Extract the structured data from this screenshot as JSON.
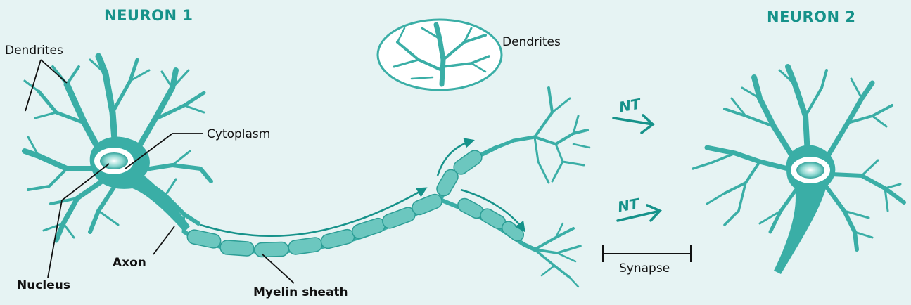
{
  "titles": {
    "neuron1": "NEURON 1",
    "neuron2": "NEURON 2"
  },
  "labels": {
    "dendrites_left": "Dendrites",
    "dendrites_inset": "Dendrites",
    "cytoplasm": "Cytoplasm",
    "nucleus": "Nucleus",
    "axon": "Axon",
    "myelin_sheath": "Myelin sheath",
    "synapse": "Synapse",
    "nt_top": "NT",
    "nt_bottom": "NT"
  },
  "colors": {
    "background": "#e6f3f3",
    "neuron": "#3aaea6",
    "myelin_fill": "#6cc7bf",
    "title": "#16928a",
    "line": "#111111"
  }
}
